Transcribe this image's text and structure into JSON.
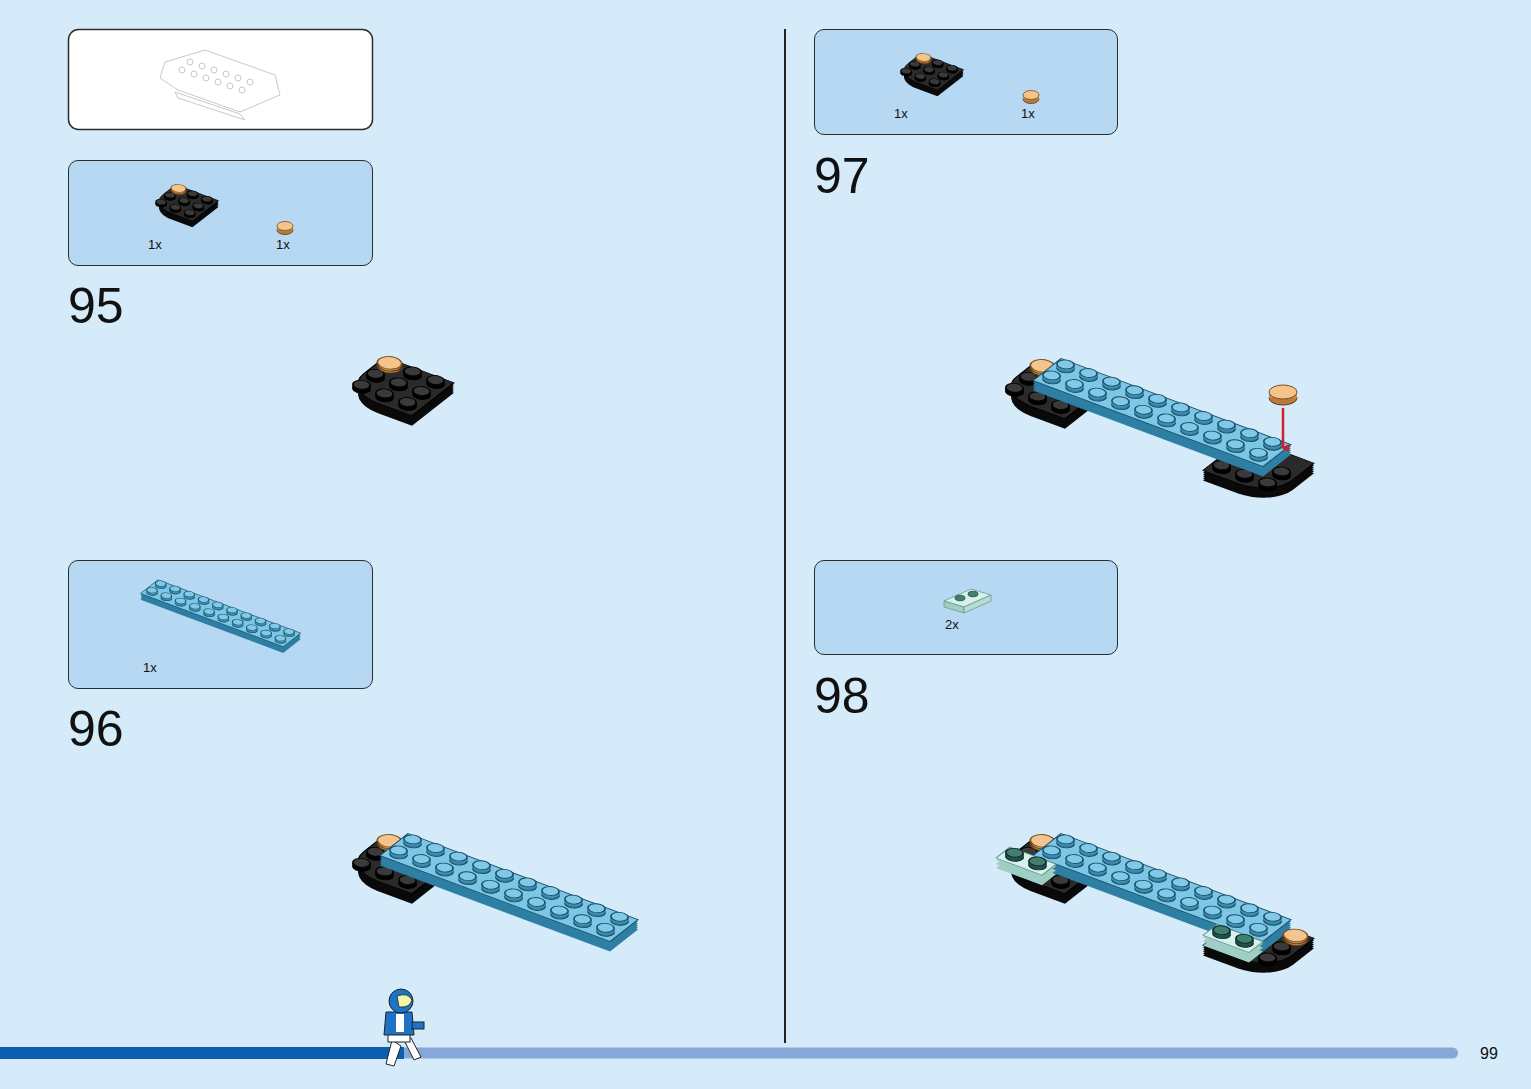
{
  "diagram": {
    "nodes": [
      {
        "text": [
          "1x",
          "1x"
        ]
      },
      {
        "text": [
          "1x"
        ]
      },
      {
        "text": [
          "1x",
          "1x"
        ]
      },
      {
        "text": [
          "2x"
        ]
      }
    ],
    "labels": [
      "95",
      "96",
      "97",
      "98",
      "99"
    ]
  }
}
